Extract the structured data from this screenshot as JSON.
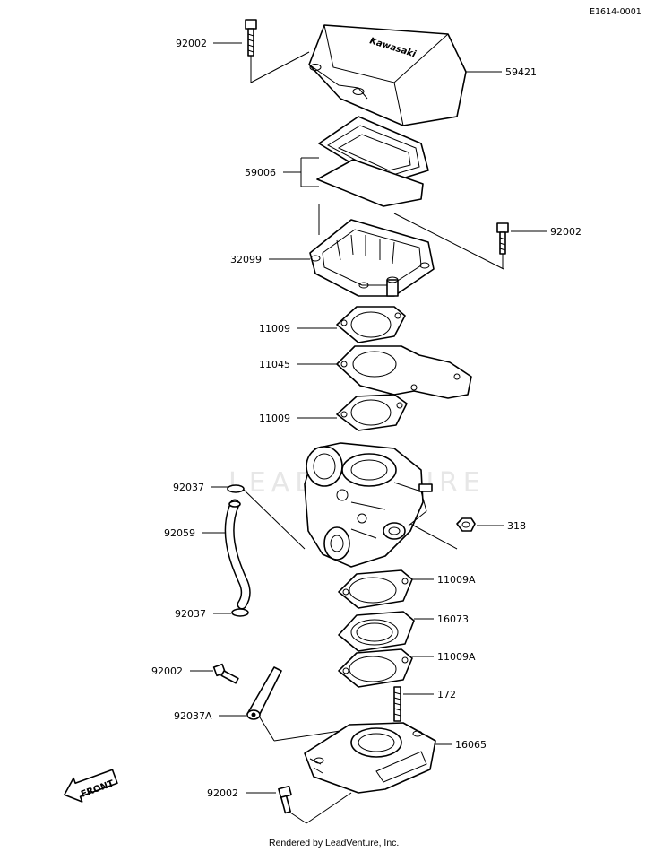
{
  "diagram_code": "E1614-0001",
  "footer_text": "Rendered by LeadVenture, Inc.",
  "front_label": "FRONT",
  "cover_brand": "Kawasaki",
  "watermark": "LEADVENTURE",
  "parts": {
    "bolt_top": "92002",
    "cover": "59421",
    "gasket_set": "59006",
    "case": "32099",
    "bolt_right": "92002",
    "gasket_1": "11009",
    "plate": "11045",
    "gasket_2": "11009",
    "clamp_1": "92037",
    "hose": "92059",
    "clamp_2": "92037",
    "nut": "318",
    "gasket_a1": "11009A",
    "insulator": "16073",
    "gasket_a2": "11009A",
    "stud": "172",
    "bolt_bracket": "92002",
    "bracket": "92037A",
    "manifold": "16065",
    "bolt_bottom": "92002"
  }
}
